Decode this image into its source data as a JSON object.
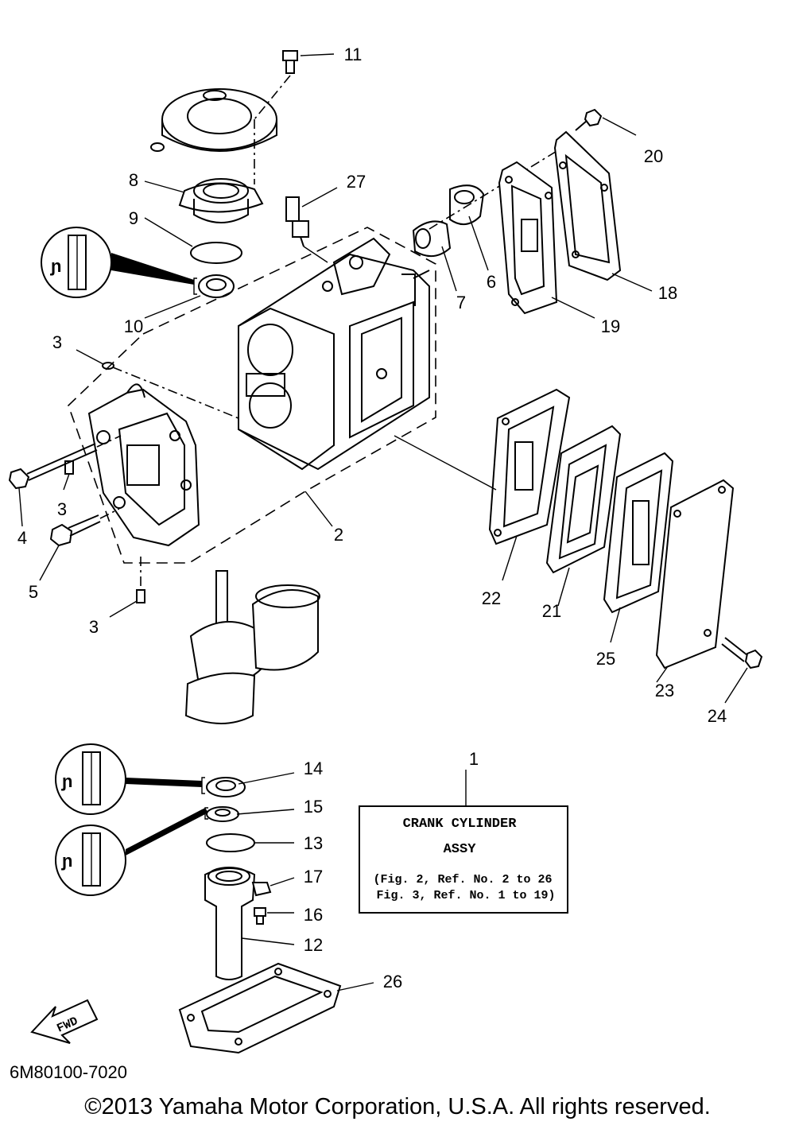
{
  "callouts": {
    "c1": "1",
    "c2": "2",
    "c3a": "3",
    "c3b": "3",
    "c3c": "3",
    "c4": "4",
    "c5": "5",
    "c6": "6",
    "c7": "7",
    "c8": "8",
    "c9": "9",
    "c10": "10",
    "c11": "11",
    "c12": "12",
    "c13": "13",
    "c14": "14",
    "c15": "15",
    "c16": "16",
    "c17": "17",
    "c18": "18",
    "c19": "19",
    "c20": "20",
    "c21": "21",
    "c22": "22",
    "c23": "23",
    "c24": "24",
    "c25": "25",
    "c26": "26",
    "c27": "27"
  },
  "assembly_box": {
    "line1": "CRANK CYLINDER",
    "line2": "ASSY",
    "line3": "(Fig. 2, Ref. No. 2 to 26",
    "line4": "Fig. 3, Ref. No. 1 to 19)"
  },
  "fwd_label": "FWD",
  "diagram_code": "6M80100-7020",
  "copyright": "©2013 Yamaha Motor Corporation, U.S.A. All rights reserved."
}
